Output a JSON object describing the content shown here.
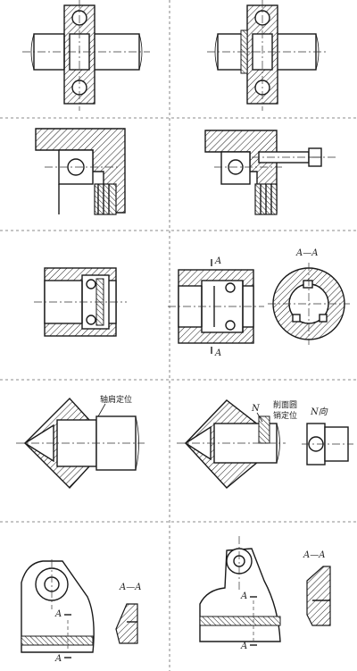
{
  "labels": {
    "row3_section_top": "A",
    "row3_section_bottom": "A",
    "row3_section_view": "A—A",
    "row4_shoulder_location": "轴肩定位",
    "row4_n_mark": "N",
    "row4_cut_plane": "削面圆",
    "row4_pin_location": "销定位",
    "row4_n_view": "N向",
    "row5_left_section_view": "A—A",
    "row5_left_cut_top": "A",
    "row5_left_cut_bottom": "A",
    "row5_right_section_view": "A—A",
    "row5_right_cut_top": "A",
    "row5_right_cut_bottom": "A"
  },
  "colors": {
    "line": "#1a1a1a",
    "separator": "#666666",
    "background": "#ffffff"
  }
}
